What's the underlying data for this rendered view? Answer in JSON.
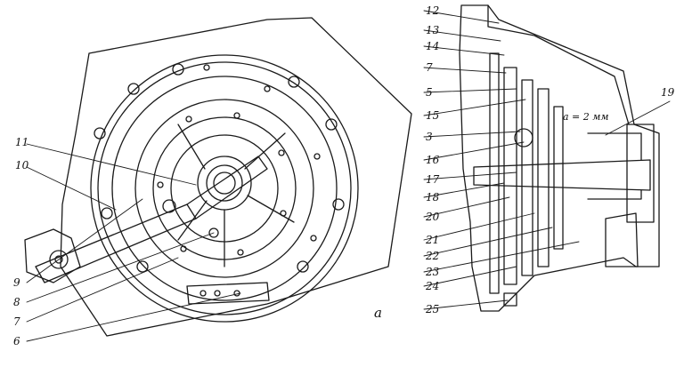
{
  "figure": {
    "view_letter": "a",
    "annotation": "a = 2 мм"
  },
  "callouts": {
    "left": [
      "11",
      "10",
      "9",
      "8",
      "7",
      "6"
    ],
    "right": [
      "12",
      "13",
      "14",
      "7",
      "5",
      "15",
      "3",
      "16",
      "17",
      "18",
      "20",
      "21",
      "22",
      "23",
      "24",
      "25",
      "19"
    ]
  },
  "colors": {
    "ink": "#1a1a1a",
    "paper": "#ffffff"
  }
}
